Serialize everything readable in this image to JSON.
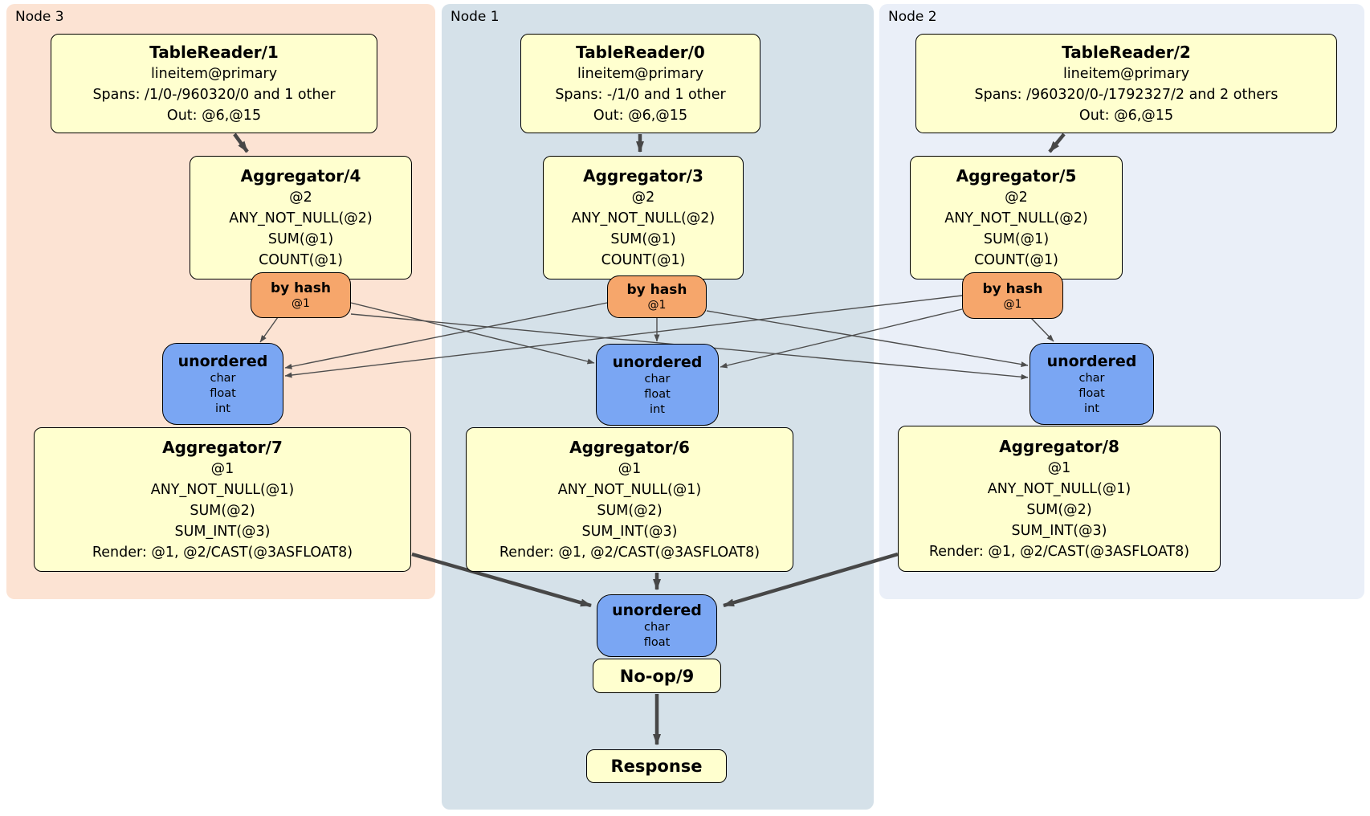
{
  "regions": [
    {
      "label": "Node 3"
    },
    {
      "label": "Node 1"
    },
    {
      "label": "Node 2"
    }
  ],
  "processors": {
    "tablereader1": {
      "title": "TableReader/1",
      "lines": [
        "lineitem@primary",
        "Spans: /1/0-/960320/0 and 1 other",
        "Out: @6,@15"
      ]
    },
    "tablereader0": {
      "title": "TableReader/0",
      "lines": [
        "lineitem@primary",
        "Spans: -/1/0 and 1 other",
        "Out: @6,@15"
      ]
    },
    "tablereader2": {
      "title": "TableReader/2",
      "lines": [
        "lineitem@primary",
        "Spans: /960320/0-/1792327/2 and 2 others",
        "Out: @6,@15"
      ]
    },
    "aggregator4": {
      "title": "Aggregator/4",
      "lines": [
        "@2",
        "ANY_NOT_NULL(@2)",
        "SUM(@1)",
        "COUNT(@1)"
      ]
    },
    "aggregator3": {
      "title": "Aggregator/3",
      "lines": [
        "@2",
        "ANY_NOT_NULL(@2)",
        "SUM(@1)",
        "COUNT(@1)"
      ]
    },
    "aggregator5": {
      "title": "Aggregator/5",
      "lines": [
        "@2",
        "ANY_NOT_NULL(@2)",
        "SUM(@1)",
        "COUNT(@1)"
      ]
    },
    "aggregator7": {
      "title": "Aggregator/7",
      "lines": [
        "@1",
        "ANY_NOT_NULL(@1)",
        "SUM(@2)",
        "SUM_INT(@3)",
        "Render: @1, @2/CAST(@3ASFLOAT8)"
      ]
    },
    "aggregator6": {
      "title": "Aggregator/6",
      "lines": [
        "@1",
        "ANY_NOT_NULL(@1)",
        "SUM(@2)",
        "SUM_INT(@3)",
        "Render: @1, @2/CAST(@3ASFLOAT8)"
      ]
    },
    "aggregator8": {
      "title": "Aggregator/8",
      "lines": [
        "@1",
        "ANY_NOT_NULL(@1)",
        "SUM(@2)",
        "SUM_INT(@3)",
        "Render: @1, @2/CAST(@3ASFLOAT8)"
      ]
    },
    "noop": {
      "title": "No-op/9"
    },
    "response": {
      "title": "Response"
    }
  },
  "routers": {
    "byhash3": {
      "title": "by hash",
      "lines": [
        "@1"
      ]
    },
    "byhash1": {
      "title": "by hash",
      "lines": [
        "@1"
      ]
    },
    "byhash2": {
      "title": "by hash",
      "lines": [
        "@1"
      ]
    }
  },
  "syncs": {
    "unordered3": {
      "title": "unordered",
      "lines": [
        "char",
        "float",
        "int"
      ]
    },
    "unordered1": {
      "title": "unordered",
      "lines": [
        "char",
        "float",
        "int"
      ]
    },
    "unordered2": {
      "title": "unordered",
      "lines": [
        "char",
        "float",
        "int"
      ]
    },
    "unordered_final": {
      "title": "unordered",
      "lines": [
        "char",
        "float"
      ]
    }
  },
  "colors": {
    "node3_bg": "#fce3d3",
    "node1_bg": "#d5e1e9",
    "node2_bg": "#eaeff8",
    "processor_fill": "#ffffcf",
    "router_fill": "#f6a66b",
    "sync_fill": "#7aa6f3",
    "edge_thin": "#4d4d4d",
    "edge_thick": "#474747"
  }
}
